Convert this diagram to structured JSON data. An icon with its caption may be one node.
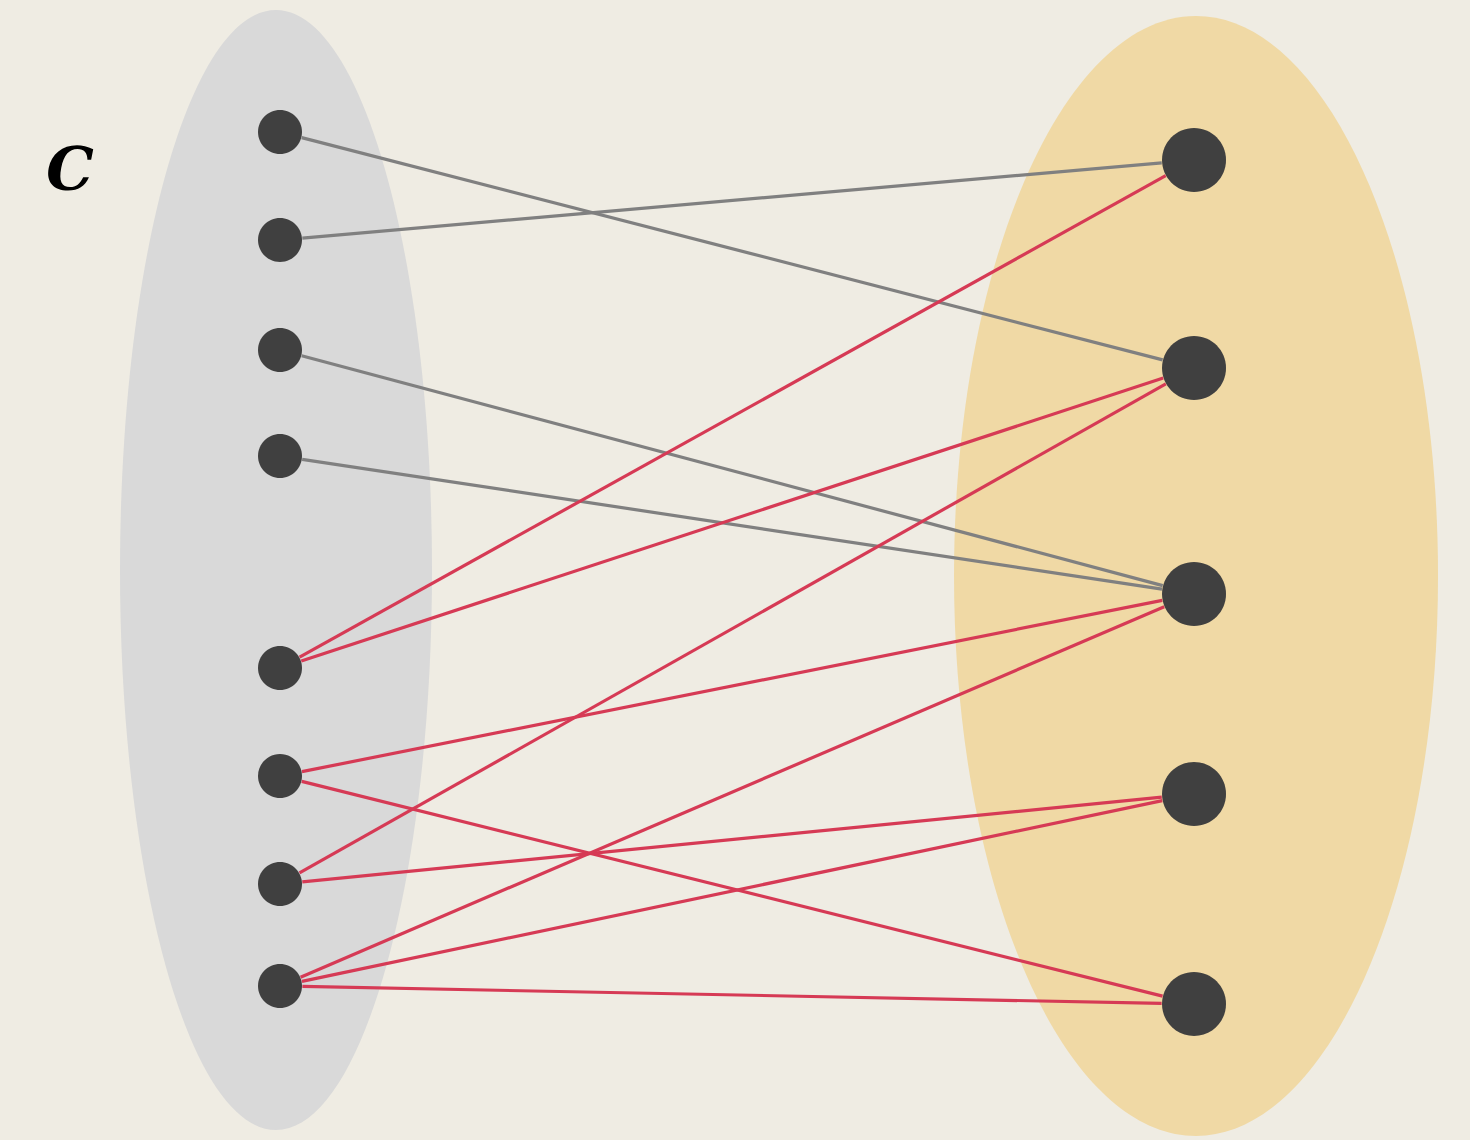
{
  "diagram": {
    "nodes": [
      {
        "text": [],
        "shape": "ellipse"
      },
      {
        "text": [],
        "shape": "circle",
        "in": 0
      },
      {
        "text": [],
        "shape": "circle",
        "in": 0
      },
      {
        "text": [],
        "shape": "circle",
        "in": 0
      },
      {
        "text": [],
        "shape": "circle",
        "in": 0
      },
      {
        "text": [],
        "shape": "circle",
        "in": 0
      },
      {
        "text": [],
        "shape": "circle",
        "in": 0
      },
      {
        "text": [],
        "shape": "circle",
        "in": 0
      },
      {
        "text": [],
        "shape": "circle",
        "in": 0
      },
      {
        "text": [],
        "shape": "ellipse"
      },
      {
        "text": [],
        "shape": "circle",
        "in": 9
      },
      {
        "text": [],
        "shape": "circle",
        "in": 9
      },
      {
        "text": [],
        "shape": "circle",
        "in": 9
      },
      {
        "text": [],
        "shape": "circle",
        "in": 9
      },
      {
        "text": [],
        "shape": "circle",
        "in": 9
      }
    ],
    "edges": [
      {
        "from": 1,
        "to": 11,
        "arrow": "none",
        "color": "#808080"
      },
      {
        "from": 2,
        "to": 10,
        "arrow": "none",
        "color": "#808080"
      },
      {
        "from": 3,
        "to": 12,
        "arrow": "none",
        "color": "#808080"
      },
      {
        "from": 4,
        "to": 12,
        "arrow": "none",
        "color": "#808080"
      },
      {
        "from": 5,
        "to": 10,
        "arrow": "none"
      },
      {
        "from": 5,
        "to": 11,
        "arrow": "none"
      },
      {
        "from": 6,
        "to": 12,
        "arrow": "none"
      },
      {
        "from": 6,
        "to": 14,
        "arrow": "none"
      },
      {
        "from": 7,
        "to": 11,
        "arrow": "none"
      },
      {
        "from": 7,
        "to": 13,
        "arrow": "none"
      },
      {
        "from": 8,
        "to": 12,
        "arrow": "none"
      },
      {
        "from": 8,
        "to": 13,
        "arrow": "none"
      },
      {
        "from": 8,
        "to": 14,
        "arrow": "none"
      }
    ],
    "labels": [
      "C"
    ]
  }
}
